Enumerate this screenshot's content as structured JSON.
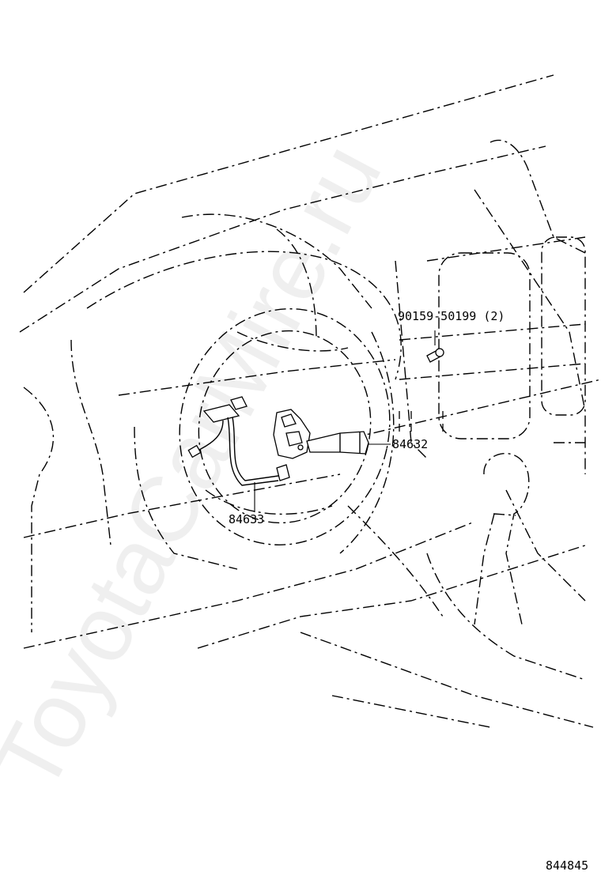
{
  "callouts": {
    "bolt": "90159-50199 (2)",
    "lever": "84632",
    "harness": "84633"
  },
  "figure_id": "844845",
  "watermark": "ToyotaCarMire.ru"
}
